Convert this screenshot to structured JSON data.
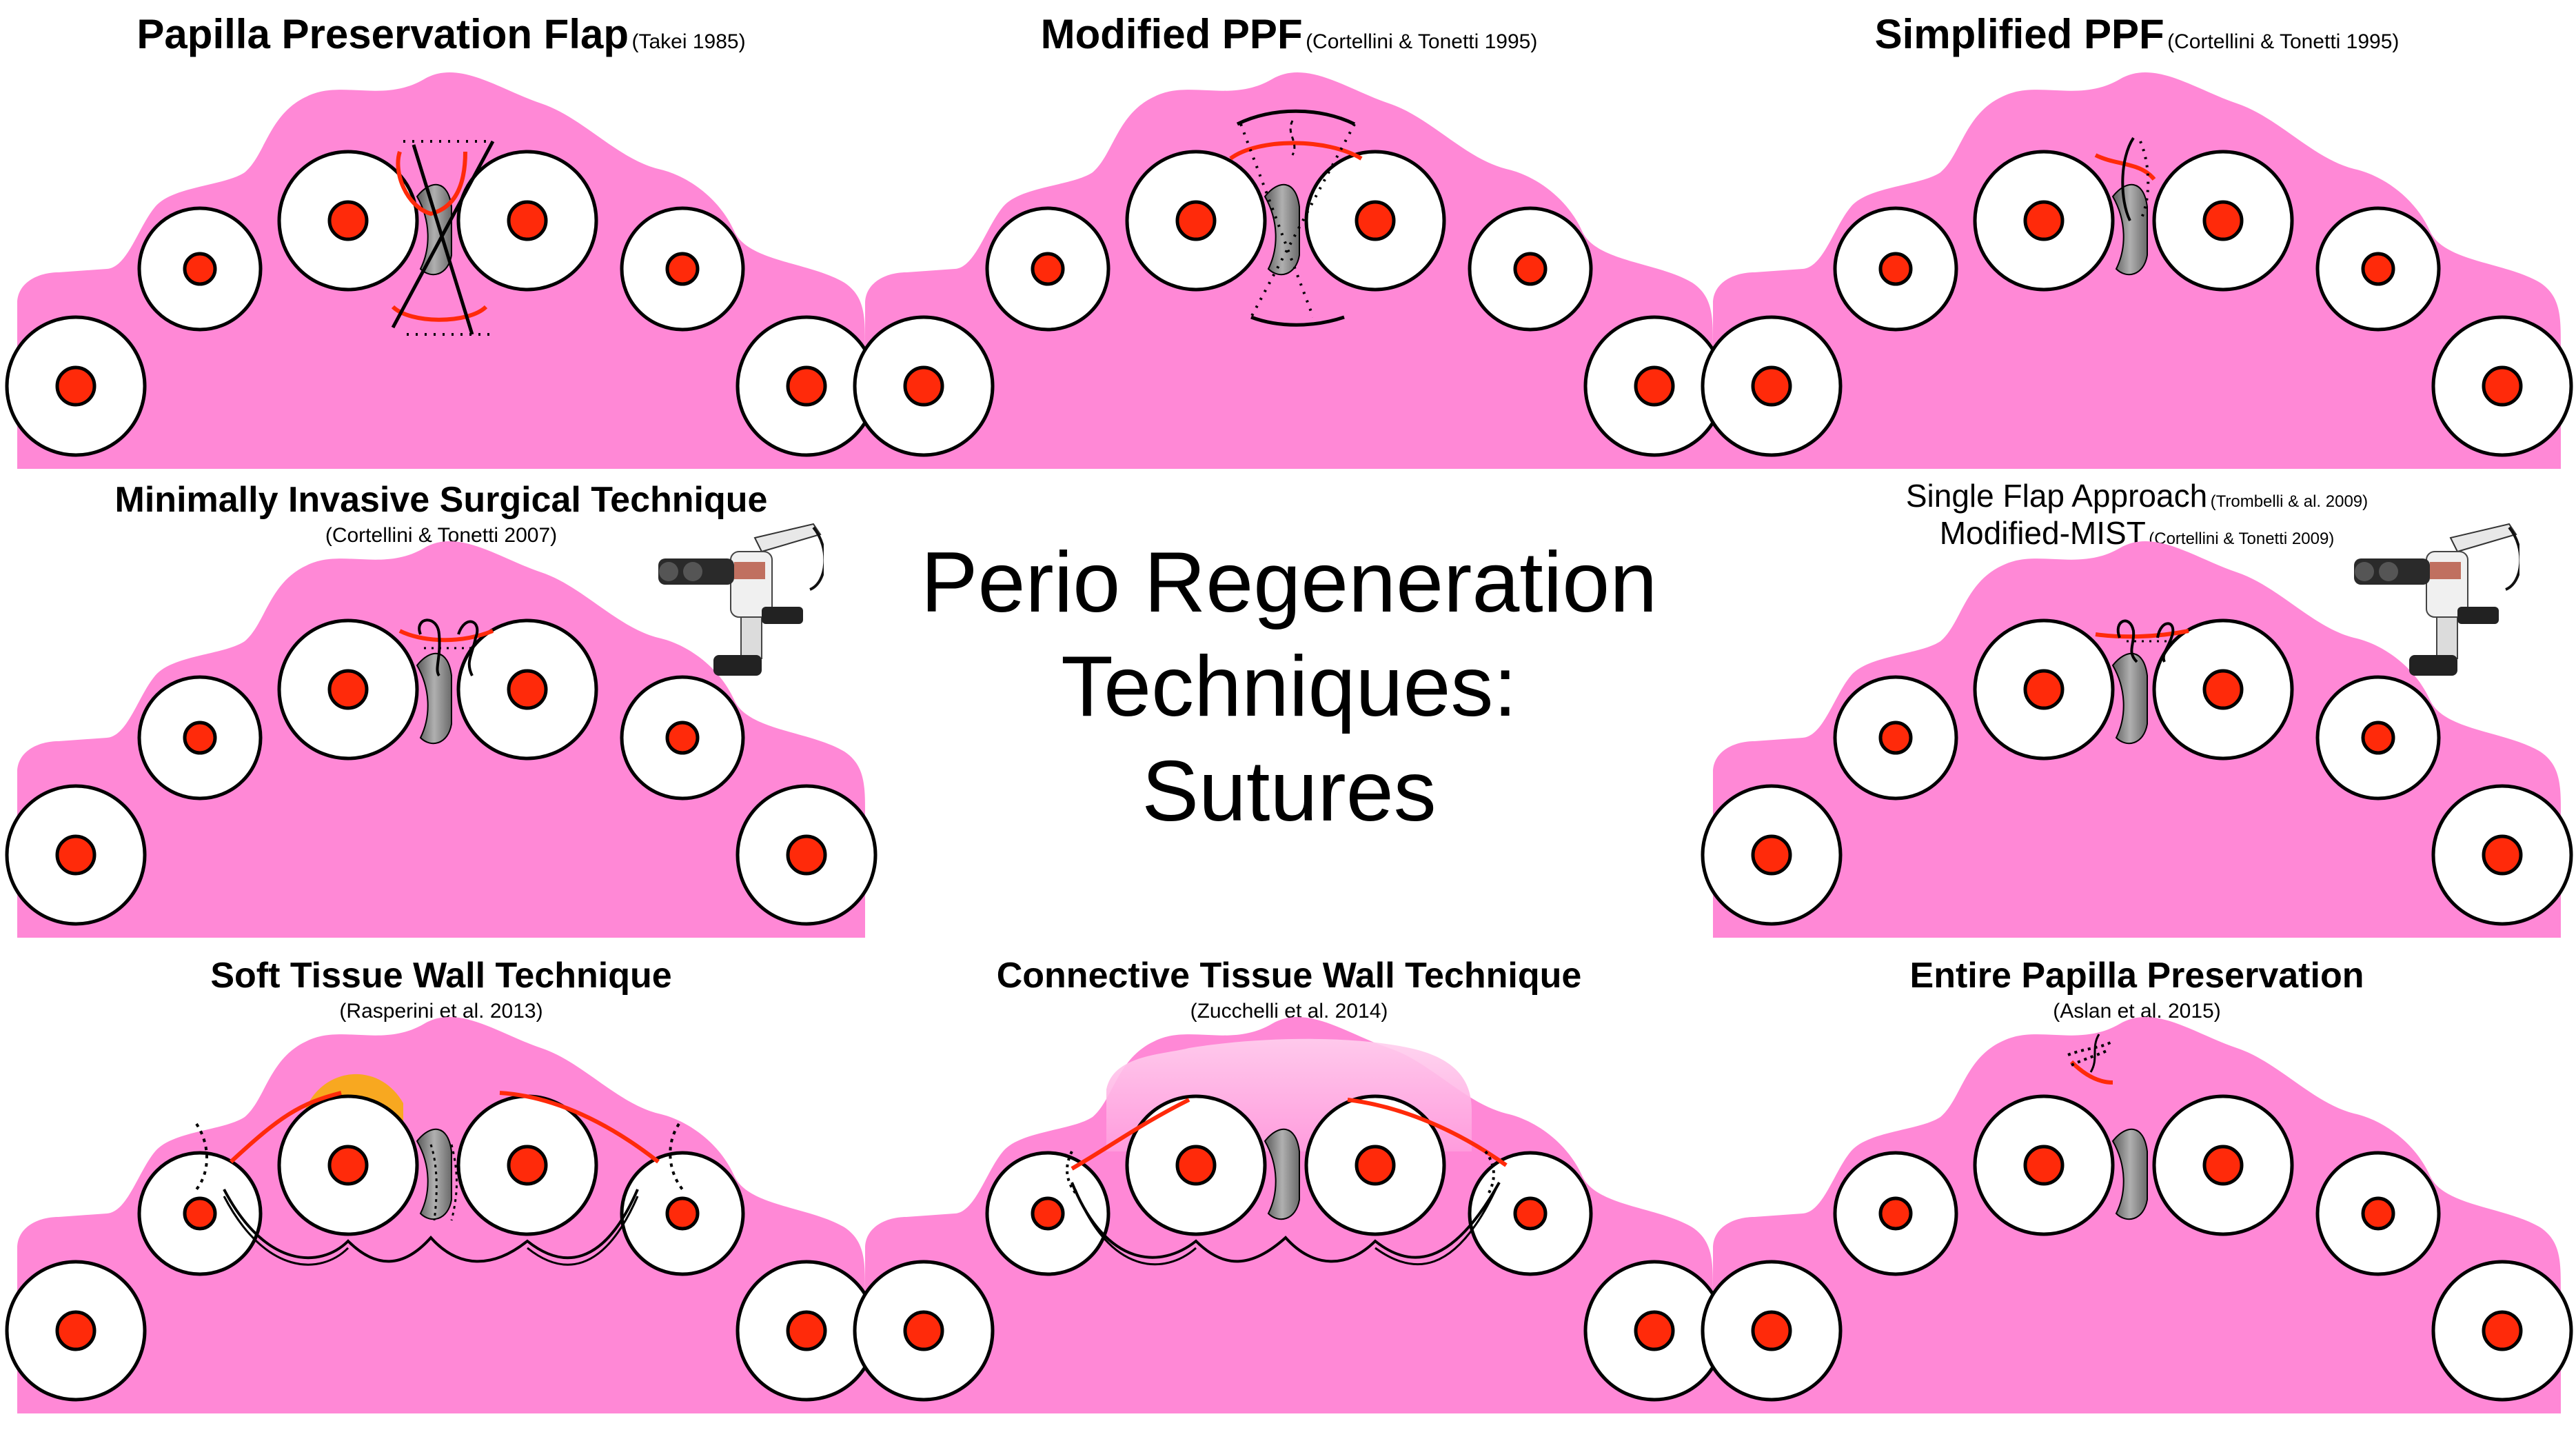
{
  "center_title": {
    "line1": "Perio Regeneration",
    "line2": "Techniques:",
    "line3": "Sutures"
  },
  "panels": [
    {
      "title": "Papilla Preservation Flap",
      "citation": "(Takei 1985)"
    },
    {
      "title": "Modified PPF",
      "citation": "(Cortellini & Tonetti 1995)"
    },
    {
      "title": "Simplified PPF",
      "citation": "(Cortellini & Tonetti 1995)"
    },
    {
      "title": "Minimally Invasive Surgical Technique",
      "citation": "(Cortellini & Tonetti 2007)"
    },
    {
      "title": "Single Flap Approach",
      "citation": "(Trombelli & al. 2009)",
      "title2": "Modified-MIST",
      "citation2": "(Cortellini & Tonetti 2009)"
    },
    {
      "title": "Soft Tissue Wall Technique",
      "citation": "(Rasperini et al. 2013)"
    },
    {
      "title": "Connective Tissue Wall Technique",
      "citation": "(Zucchelli et al. 2014)"
    },
    {
      "title": "Entire Papilla Preservation",
      "citation": "(Aslan et al. 2015)"
    }
  ],
  "colors": {
    "gingiva": "#ff88d6",
    "pulp": "#ff2a0a",
    "incision": "#ff2a0a",
    "defect": "#8a8a8a",
    "graft": "#f8a820"
  },
  "icons": {
    "microscope": "microscope-icon"
  }
}
